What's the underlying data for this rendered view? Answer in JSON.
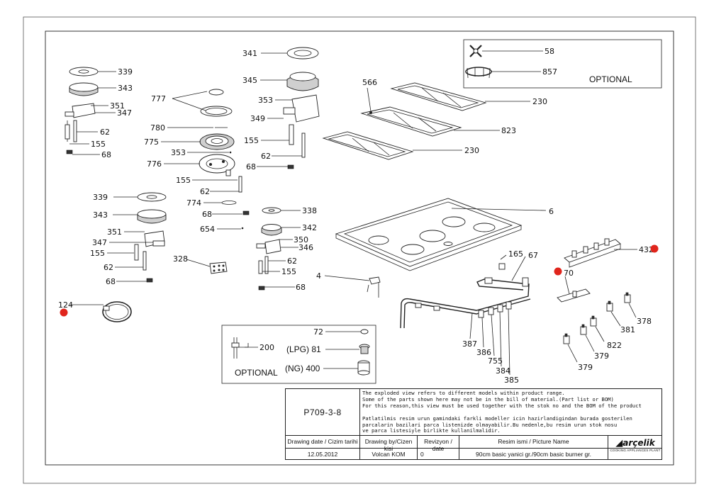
{
  "parts": {
    "p339a": "339",
    "p343a": "343",
    "p351a": "351",
    "p347a": "347",
    "p62a": "62",
    "p155a": "155",
    "p68a": "68",
    "p777": "777",
    "p780": "780",
    "p775": "775",
    "p353a": "353",
    "p776": "776",
    "p155b": "155",
    "p62b": "62",
    "p774": "774",
    "p68b": "68",
    "p654": "654",
    "p341": "341",
    "p345": "345",
    "p353b": "353",
    "p349": "349",
    "p155c": "155",
    "p62c": "62",
    "p68c": "68",
    "p339b": "339",
    "p343b": "343",
    "p351b": "351",
    "p347b": "347",
    "p155d": "155",
    "p62d": "62",
    "p68d": "68",
    "p328": "328",
    "p124": "124",
    "p338": "338",
    "p342": "342",
    "p350": "350",
    "p346": "346",
    "p62e": "62",
    "p155e": "155",
    "p68e": "68",
    "p566": "566",
    "p230a": "230",
    "p823": "823",
    "p230b": "230",
    "p58": "58",
    "p857": "857",
    "optional1": "OPTIONAL",
    "p6": "6",
    "p4": "4",
    "p165": "165",
    "p67": "67",
    "p432": "432",
    "p70": "70",
    "p387": "387",
    "p386": "386",
    "p755": "755",
    "p384": "384",
    "p385": "385",
    "p381": "381",
    "p378": "378",
    "p822": "822",
    "p379a": "379",
    "p379b": "379",
    "p72": "72",
    "p200": "200",
    "lpg": "(LPG) 81",
    "ng": "(NG) 400",
    "optional2": "OPTIONAL"
  },
  "title_block": {
    "code": "P709-3-8",
    "note_en": "The exploded view refers to different models within product range.\nSome of the parts shown here may not be in the bill of material.(Part list or BOM)\nFor this reason,this view must be used together with the stok no and the BOM of the product",
    "note_tr": "Patlatilmis resim urun gamindaki farkli modeller icin hazirlandigindan burada gosterilen\nparcalarin bazilari parca listenizde olmayabilir.Bu nedenle,bu resim urun stok nosu\nve parca listesiyle birlikte kullanilmalidir.",
    "h_date": "Drawing date / Cizim tarihi",
    "h_by": "Drawing by/Cizen kisi",
    "h_rev": "Revizyon / date",
    "h_name": "Resim ismi / Picture Name",
    "v_date": "12.05.2012",
    "v_by": "Volcan KOM",
    "v_rev": "0",
    "v_name": "90cm basic yanici gr./90cm basic burner gr.",
    "brand": "arçelik",
    "brand_sub": "COOKING APPLIANCES PLANT"
  },
  "colors": {
    "marker": "#e0251c",
    "line": "#222222"
  }
}
